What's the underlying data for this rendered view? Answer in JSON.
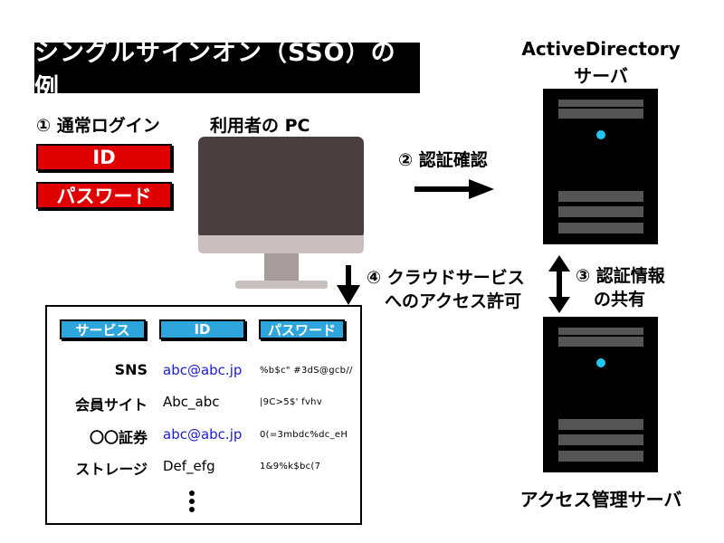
{
  "title": "シングルサインオン（SSO）の例",
  "step1": {
    "label": "① 通常ログイン",
    "id_label": "ID",
    "password_label": "パスワード"
  },
  "pc_label": "利用者の PC",
  "step2_label": "② 認証確認",
  "step3_label_line1": "③ 認証情報",
  "step3_label_line2": "の共有",
  "step4_label_line1": "④ クラウドサービス",
  "step4_label_line2": "へのアクセス許可",
  "ad_server": {
    "line1": "ActiveDirectory",
    "line2": "サーバ"
  },
  "access_server": {
    "label": "アクセス管理サーバ"
  },
  "table": {
    "headers": [
      "サービス",
      "ID",
      "パスワード"
    ],
    "rows": [
      {
        "service": "SNS",
        "id": "abc@abc.jp",
        "password": "%b$c\" #3dS@gcb//",
        "id_blue": true
      },
      {
        "service": "会員サイト",
        "id": "Abc_abc",
        "password": "|9C>5$' fvhv",
        "id_blue": false
      },
      {
        "service": "〇〇証券",
        "id": "abc@abc.jp",
        "password": "0(=3mbdc%dc_eH",
        "id_blue": true
      },
      {
        "service": "ストレージ",
        "id": "Def_efg",
        "password": "1&9%k$bc(7",
        "id_blue": false
      }
    ]
  },
  "colors": {
    "accent_red": "#e00000",
    "header_blue": "#2ea5dc",
    "monitor": "#4a3f3f",
    "stand": "#c9bfbf",
    "led": "#1ec8f0",
    "link_blue": "#1c1ccf"
  }
}
